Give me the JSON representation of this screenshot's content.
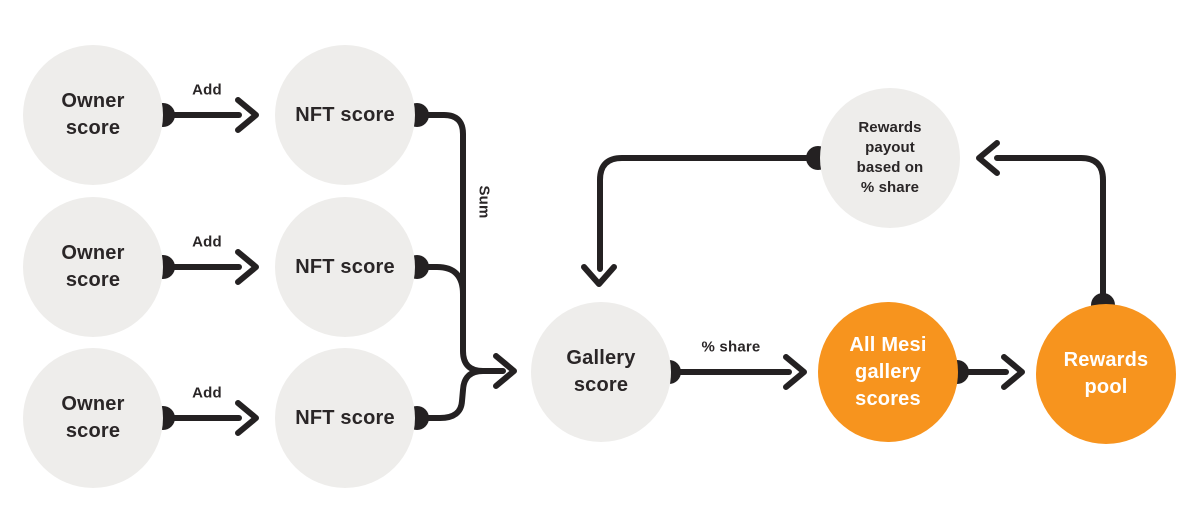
{
  "colors": {
    "background": "#ffffff",
    "node_gray": "#eeedeb",
    "node_orange": "#f7941e",
    "line": "#242122",
    "text_dark": "#2a2627",
    "text_light": "#ffffff"
  },
  "nodes": [
    {
      "id": "owner-score-1",
      "lines": [
        "Owner",
        "score"
      ]
    },
    {
      "id": "owner-score-2",
      "lines": [
        "Owner",
        "score"
      ]
    },
    {
      "id": "owner-score-3",
      "lines": [
        "Owner",
        "score"
      ]
    },
    {
      "id": "nft-score-1",
      "lines": [
        "NFT score"
      ]
    },
    {
      "id": "nft-score-2",
      "lines": [
        "NFT score"
      ]
    },
    {
      "id": "nft-score-3",
      "lines": [
        "NFT score"
      ]
    },
    {
      "id": "gallery-score",
      "lines": [
        "Gallery",
        "score"
      ]
    },
    {
      "id": "all-mesi-gallery-scores",
      "lines": [
        "All Mesi",
        "gallery",
        "scores"
      ]
    },
    {
      "id": "rewards-pool",
      "lines": [
        "Rewards",
        "pool"
      ]
    },
    {
      "id": "rewards-payout",
      "lines": [
        "Rewards",
        "payout",
        "based on",
        "% share"
      ]
    }
  ],
  "edge_labels": {
    "add": "Add",
    "sum": "Sum",
    "percent_share": "% share"
  }
}
